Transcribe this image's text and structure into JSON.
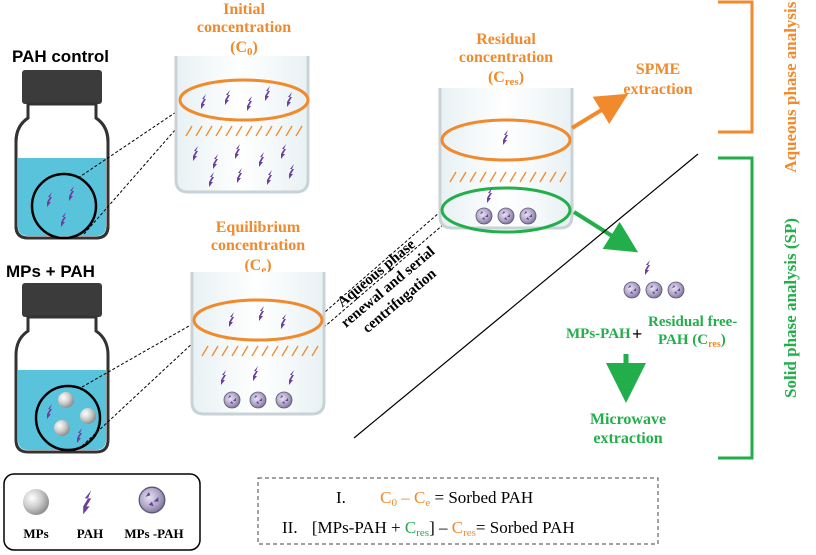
{
  "vials": {
    "control_label": "PAH control",
    "mps_label": "MPs + PAH"
  },
  "beakers": {
    "initial": {
      "line1": "Initial",
      "line2": "concentration",
      "symbol": "C",
      "sub": "0"
    },
    "equilibrium": {
      "line1": "Equilibrium",
      "line2": "concentration",
      "symbol": "C",
      "sub": "e"
    },
    "residual": {
      "line1": "Residual",
      "line2": "concentration",
      "symbol": "C",
      "sub": "res"
    }
  },
  "renewal": {
    "line1": "Aqueous phase",
    "line2": "renewal and serial",
    "line3": "centrifugation"
  },
  "spme": {
    "line1": "SPME",
    "line2": "extraction"
  },
  "ap_label": "Aqueous phase analysis (AP)",
  "sp_label": "Solid phase analysis (SP)",
  "solid_products": {
    "mps_pah": "MPs-PAH",
    "plus": "+",
    "residual_line1": "Residual free-",
    "residual_line2": "PAH (C",
    "residual_sub": "res",
    "residual_close": ")"
  },
  "microwave": {
    "line1": "Microwave",
    "line2": "extraction"
  },
  "legend": {
    "mps": "MPs",
    "pah": "PAH",
    "mps_pah": "MPs -PAH"
  },
  "equations": {
    "eq1": {
      "num": "I.",
      "c0": "C",
      "c0_sub": "0",
      "minus": " – ",
      "ce": "C",
      "ce_sub": "e",
      "result": " = Sorbed PAH"
    },
    "eq2": {
      "num": "II.",
      "open": "[",
      "mps": "MPs-PAH + ",
      "cres": "C",
      "cres_sub": "res",
      "close": "] – ",
      "cres2": "C",
      "cres2_sub": "res",
      "result": "= Sorbed PAH"
    }
  },
  "colors": {
    "orange": "#f08a2c",
    "green": "#22ae4b",
    "purple": "#6b3fa0",
    "water": "#5ac3dc"
  }
}
